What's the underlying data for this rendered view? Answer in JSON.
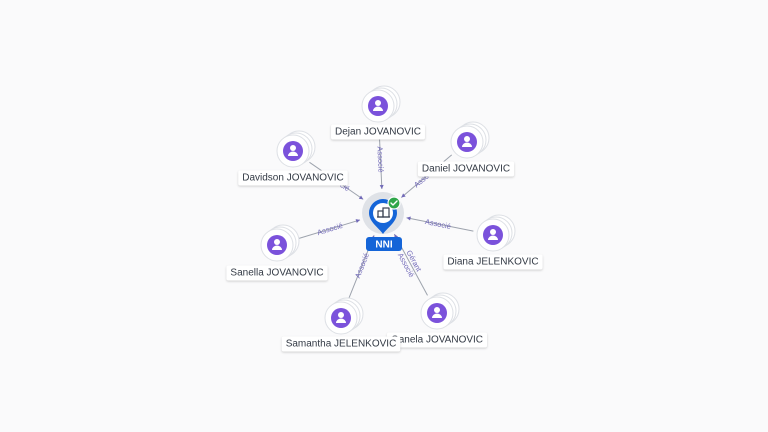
{
  "center": {
    "label": "NNI",
    "icon": "company-icon",
    "badge_icon": "verified-check-icon"
  },
  "persons": [
    {
      "label": "Dejan JOVANOVIC",
      "edge_labels": [
        "Associé"
      ],
      "icon": "person-icon"
    },
    {
      "label": "Daniel JOVANOVIC",
      "edge_labels": [
        "Associé"
      ],
      "icon": "person-icon"
    },
    {
      "label": "Diana JELENKOVIC",
      "edge_labels": [
        "Associé"
      ],
      "icon": "person-icon"
    },
    {
      "label": "Ganela JOVANOVIC",
      "edge_labels": [
        "Gérant",
        "Associé"
      ],
      "icon": "person-icon"
    },
    {
      "label": "Samantha JELENKOVIC",
      "edge_labels": [
        "Associé"
      ],
      "icon": "person-icon"
    },
    {
      "label": "Sanella JOVANOVIC",
      "edge_labels": [
        "Associé"
      ],
      "icon": "person-icon"
    },
    {
      "label": "Davidson JOVANOVIC",
      "edge_labels": [
        "Associé"
      ],
      "icon": "person-icon"
    }
  ],
  "colors": {
    "background": "#fafafb",
    "center_blue": "#1565d8",
    "verified_green": "#2fa64a",
    "person_purple": "#7b52db",
    "edge": "#9da3ad",
    "edge_label": "#7169b8"
  }
}
